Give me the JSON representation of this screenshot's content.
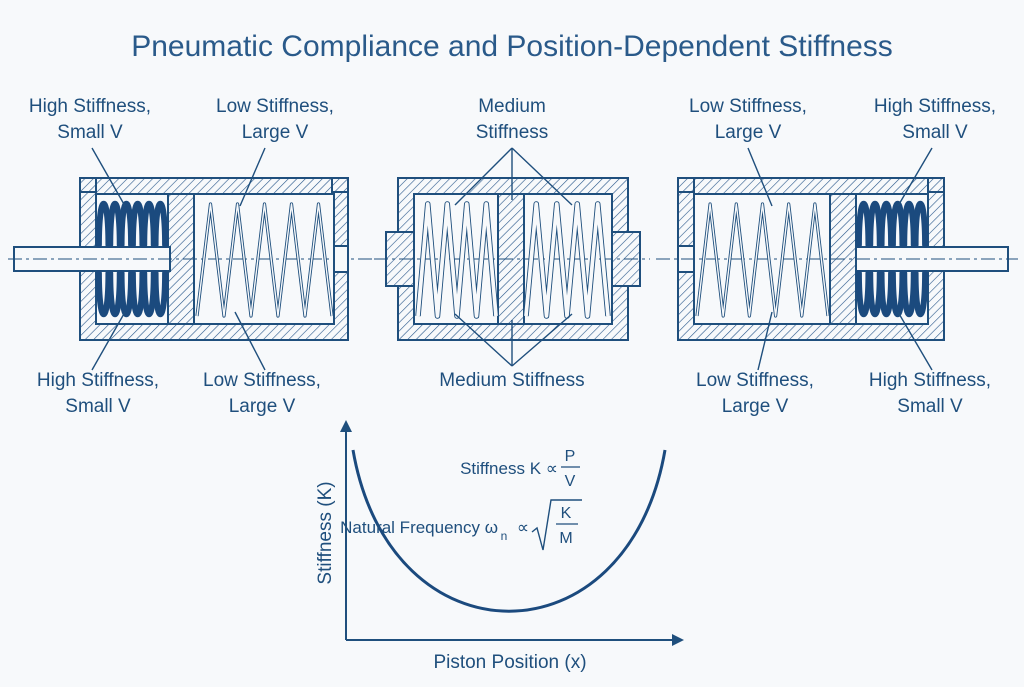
{
  "title": "Pneumatic Compliance and Position-Dependent Stiffness",
  "colors": {
    "line": "#1f4f7d",
    "spring_dark": "#1b4a7e",
    "hatch": "#27568a",
    "background": "#f7f9fb"
  },
  "cylinder_left": {
    "top_left": [
      "High Stiffness,",
      "Small V"
    ],
    "top_right": [
      "Low Stiffness,",
      "Large V"
    ],
    "bottom_left": [
      "High Stiffness,",
      "Small V"
    ],
    "bottom_right": [
      "Low Stiffness,",
      "Large V"
    ]
  },
  "cylinder_center": {
    "top": [
      "Medium",
      "Stiffness"
    ],
    "bottom": "Medium Stiffness"
  },
  "cylinder_right": {
    "top_left": [
      "Low Stiffness,",
      "Large V"
    ],
    "top_right": [
      "High Stiffness,",
      "Small V"
    ],
    "bottom_left": [
      "Low Stiffness,",
      "Large V"
    ],
    "bottom_right": [
      "High Stiffness,",
      "Small V"
    ]
  },
  "graph": {
    "ylabel": "Stiffness (K)",
    "xlabel": "Piston Position (x)",
    "eq1_prefix": "Stiffness  K ∝",
    "eq1_num": "P",
    "eq1_den": "V",
    "eq2_prefix": "Natural Frequency ω",
    "eq2_sub": "n",
    "eq2_prop": "∝",
    "eq2_num": "K",
    "eq2_den": "M"
  }
}
